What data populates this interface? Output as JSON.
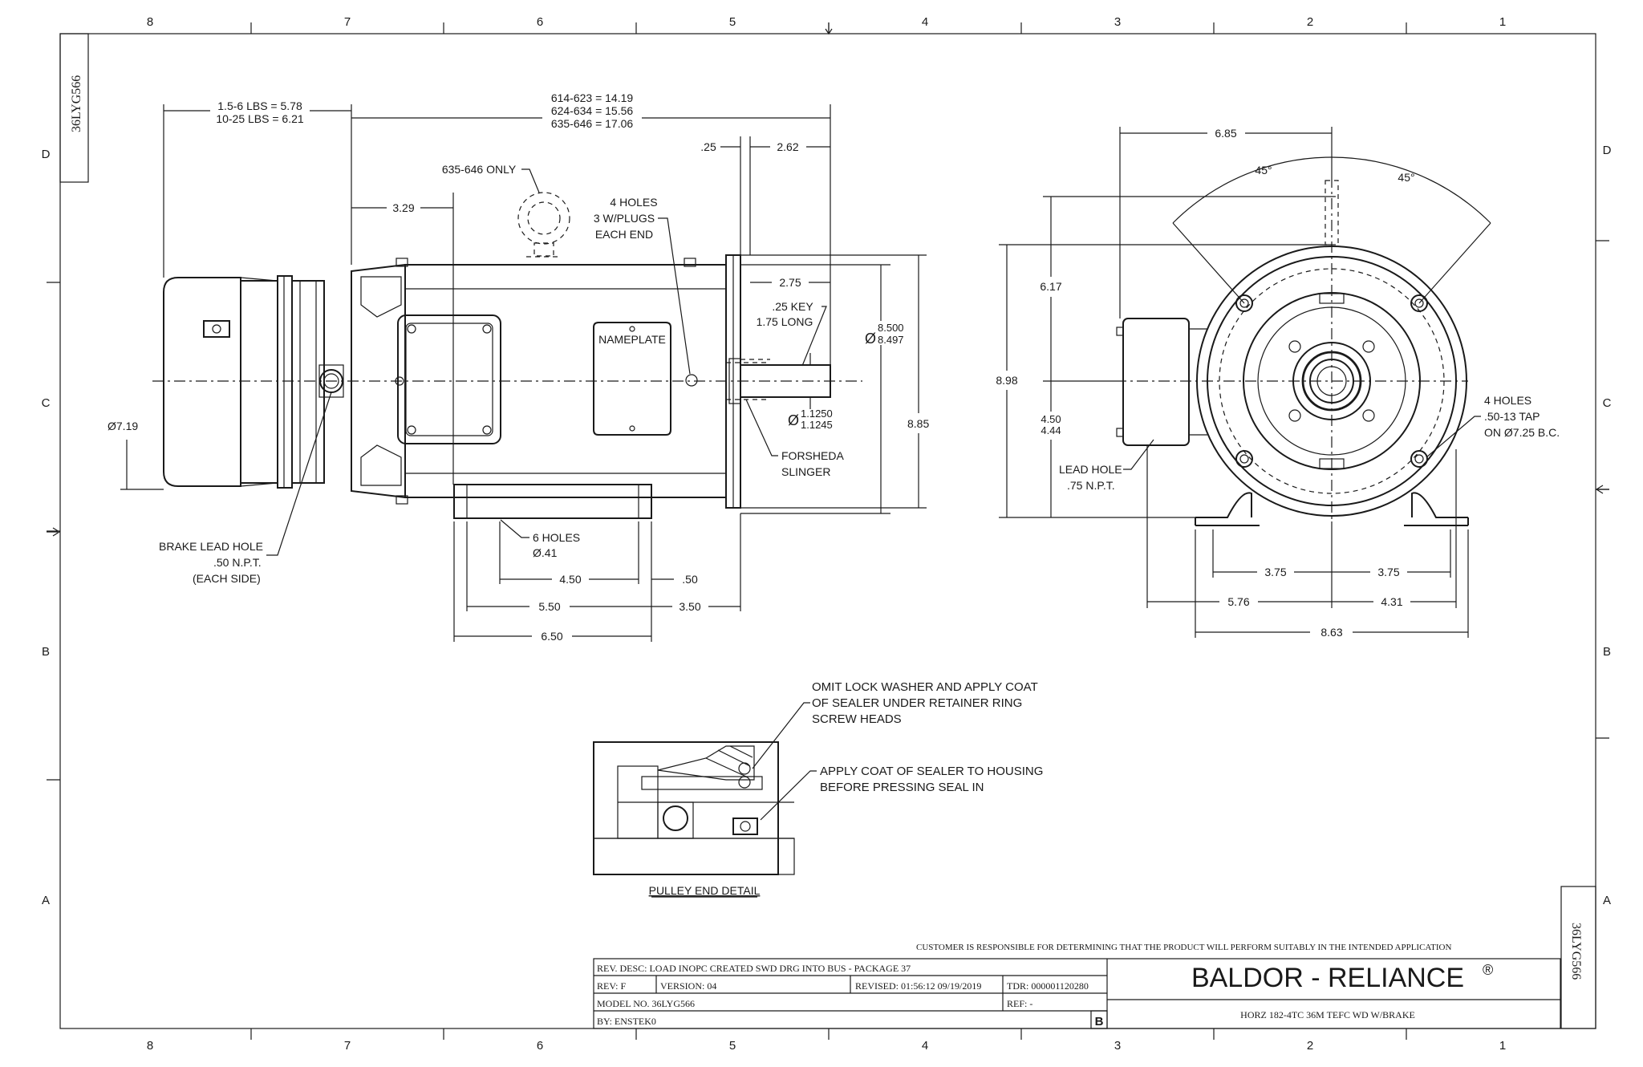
{
  "drawing_id": "36LYG566",
  "border": {
    "columns": [
      "8",
      "7",
      "6",
      "5",
      "4",
      "3",
      "2",
      "1"
    ],
    "rows": [
      "D",
      "C",
      "B",
      "A"
    ]
  },
  "side_view": {
    "brake_len_1": "1.5-6 LBS = 5.78",
    "brake_len_2": "10-25 LBS = 6.21",
    "motor_len_1": "614-623 = 14.19",
    "motor_len_2": "624-634 = 15.56",
    "motor_len_3": "635-646 = 17.06",
    "dim_025": ".25",
    "dim_262": "2.62",
    "lift_note": "635-646 ONLY",
    "dim_329": "3.29",
    "holes_1": "4 HOLES",
    "holes_2": "3 W/PLUGS",
    "holes_3": "EACH END",
    "dim_275": "2.75",
    "key_1": ".25 KEY",
    "key_2": "1.75 LONG",
    "nameplate": "NAMEPLATE",
    "pilot_sym": "Ø",
    "pilot_1": "8.500",
    "pilot_2": "8.497",
    "shaft_sym": "Ø",
    "shaft_1": "1.1250",
    "shaft_2": "1.1245",
    "dim_885": "8.85",
    "slinger_1": "FORSHEDA",
    "slinger_2": "SLINGER",
    "dia_719": "Ø7.19",
    "brake_hole_1": "BRAKE LEAD HOLE",
    "brake_hole_2": ".50 N.P.T.",
    "brake_hole_3": "(EACH SIDE)",
    "feet_holes_1": "6 HOLES",
    "feet_holes_2": "Ø.41",
    "dim_450": "4.50",
    "dim_050": ".50",
    "dim_550": "5.50",
    "dim_350": "3.50",
    "dim_650": "6.50"
  },
  "end_view": {
    "dim_685": "6.85",
    "ang_1": "45°",
    "ang_2": "45°",
    "dim_617": "6.17",
    "dim_898": "8.98",
    "dim_450": "4.50",
    "dim_444": "4.44",
    "lead_hole_1": "LEAD HOLE",
    "lead_hole_2": ".75 N.P.T.",
    "tap_1": "4 HOLES",
    "tap_2": ".50-13 TAP",
    "tap_3": "ON Ø7.25 B.C.",
    "dim_375a": "3.75",
    "dim_375b": "3.75",
    "dim_576": "5.76",
    "dim_431": "4.31",
    "dim_863": "8.63"
  },
  "detail": {
    "note1_1": "OMIT LOCK WASHER AND APPLY COAT",
    "note1_2": "OF SEALER UNDER RETAINER RING",
    "note1_3": "SCREW HEADS",
    "note2_1": "APPLY COAT OF SEALER TO HOUSING",
    "note2_2": "BEFORE PRESSING SEAL IN",
    "title": "PULLEY END DETAIL"
  },
  "title_block": {
    "customer_note": "CUSTOMER IS RESPONSIBLE FOR DETERMINING THAT THE PRODUCT WILL PERFORM SUITABLY IN THE INTENDED APPLICATION",
    "rev_desc": "REV. DESC: LOAD INOPC CREATED SWD DRG INTO BUS - PACKAGE 37",
    "rev": "REV:  F",
    "version": "VERSION:  04",
    "revised": "REVISED:  01:56:12 09/19/2019",
    "tdr": "TDR:  000001120280",
    "model": "MODEL NO.  36LYG566",
    "ref": "REF:  -",
    "by": "BY: ENSTEK0",
    "size": "B",
    "brand": "BALDOR - RELIANCE",
    "brand_mark": "®",
    "description": "HORZ 182-4TC 36M TEFC WD W/BRAKE"
  }
}
